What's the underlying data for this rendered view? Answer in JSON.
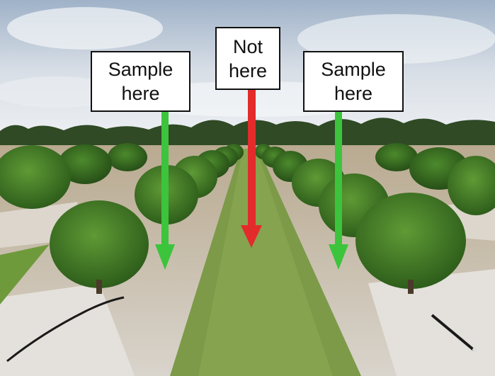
{
  "labels": {
    "left": "Sample\nhere",
    "middle": "Not\nhere",
    "right": "Sample\nhere"
  },
  "colors": {
    "sample_arrow": "#3cc43c",
    "not_arrow": "#e32b2b"
  }
}
